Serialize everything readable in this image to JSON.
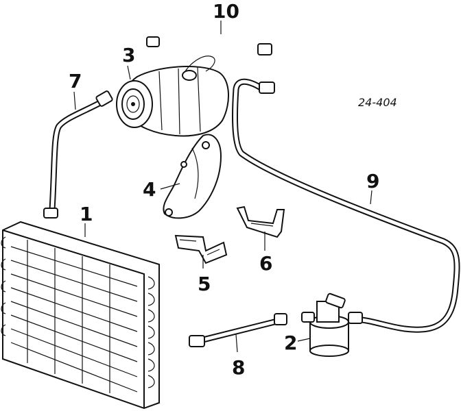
{
  "diagram": {
    "reference_code": "24-404",
    "callouts": {
      "condenser": "1",
      "receiver_drier": "2",
      "compressor": "3",
      "compressor_bracket": "4",
      "mount_bracket_5": "5",
      "mount_bracket_6": "6",
      "hose_7": "7",
      "hose_8": "8",
      "hose_9": "9",
      "hose_10": "10"
    }
  }
}
